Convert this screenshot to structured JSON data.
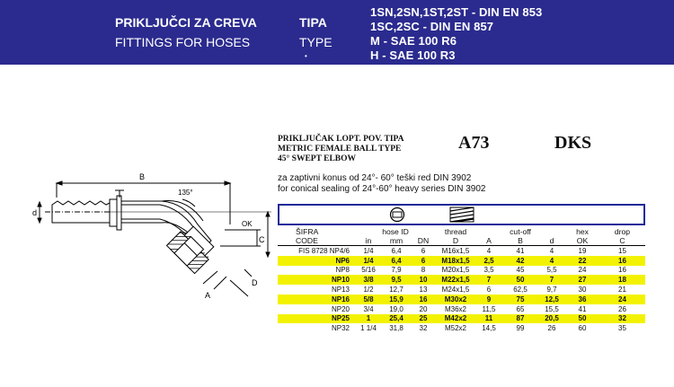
{
  "banner": {
    "title_sr": "PRIKLJUČCI ZA CREVA",
    "title_en": "FITTINGS FOR HOSES",
    "tipa": "TIPA",
    "type": "TYPE",
    "std_lines": [
      "1SN,2SN,1ST,2ST - DIN EN 853",
      "1SC,2SC - DIN EN 857",
      "M - SAE 100 R6",
      "H - SAE 100 R3"
    ],
    "colors": {
      "banner_bg": "#2b2b8f",
      "highlight": "#f2f200",
      "frame": "#1e2a9a"
    }
  },
  "product": {
    "desc_lines": [
      "PRIKLJUČAK LOPT. POV. TIPA",
      "METRIC FEMALE BALL TYPE",
      "45° SWEPT ELBOW"
    ],
    "code": "A73",
    "series": "DKS",
    "note_sr": "za zaptivni konus od 24°- 60° teški red DIN 3902",
    "note_en": "for conical sealing of 24°-60° heavy series DIN 3902"
  },
  "drawing": {
    "labels": {
      "B": "B",
      "angle": "135°",
      "d": "d",
      "OK": "OK",
      "C": "C",
      "A": "A",
      "D": "D"
    }
  },
  "table": {
    "header1": {
      "sifra": "ŠIFRA",
      "hose": "hose ID",
      "thread": "thread",
      "cutoff": "cut-off",
      "hex": "hex",
      "drop": "drop"
    },
    "header2": {
      "code": "CODE",
      "in": "in",
      "mm": "mm",
      "dn": "DN",
      "D": "D",
      "A": "A",
      "B": "B",
      "d": "d",
      "ok": "OK",
      "C": "C"
    },
    "rows": [
      {
        "code": "FIS 8728 NP4/6",
        "in": "1/4",
        "mm": "6,4",
        "dn": "6",
        "D": "M16x1,5",
        "A": "4",
        "B": "41",
        "d": "4",
        "ok": "19",
        "C": "15",
        "hl": false
      },
      {
        "code": "NP6",
        "in": "1/4",
        "mm": "6,4",
        "dn": "6",
        "D": "M18x1,5",
        "A": "2,5",
        "B": "42",
        "d": "4",
        "ok": "22",
        "C": "16",
        "hl": true
      },
      {
        "code": "NP8",
        "in": "5/16",
        "mm": "7,9",
        "dn": "8",
        "D": "M20x1,5",
        "A": "3,5",
        "B": "45",
        "d": "5,5",
        "ok": "24",
        "C": "16",
        "hl": false
      },
      {
        "code": "NP10",
        "in": "3/8",
        "mm": "9,5",
        "dn": "10",
        "D": "M22x1,5",
        "A": "7",
        "B": "50",
        "d": "7",
        "ok": "27",
        "C": "18",
        "hl": true
      },
      {
        "code": "NP13",
        "in": "1/2",
        "mm": "12,7",
        "dn": "13",
        "D": "M24x1,5",
        "A": "6",
        "B": "62,5",
        "d": "9,7",
        "ok": "30",
        "C": "21",
        "hl": false
      },
      {
        "code": "NP16",
        "in": "5/8",
        "mm": "15,9",
        "dn": "16",
        "D": "M30x2",
        "A": "9",
        "B": "75",
        "d": "12,5",
        "ok": "36",
        "C": "24",
        "hl": true
      },
      {
        "code": "NP20",
        "in": "3/4",
        "mm": "19,0",
        "dn": "20",
        "D": "M36x2",
        "A": "11,5",
        "B": "65",
        "d": "15,5",
        "ok": "41",
        "C": "26",
        "hl": false
      },
      {
        "code": "NP25",
        "in": "1",
        "mm": "25,4",
        "dn": "25",
        "D": "M42x2",
        "A": "11",
        "B": "87",
        "d": "20,5",
        "ok": "50",
        "C": "32",
        "hl": true
      },
      {
        "code": "NP32",
        "in": "1 1/4",
        "mm": "31,8",
        "dn": "32",
        "D": "M52x2",
        "A": "14,5",
        "B": "99",
        "d": "26",
        "ok": "60",
        "C": "35",
        "hl": false
      }
    ]
  }
}
